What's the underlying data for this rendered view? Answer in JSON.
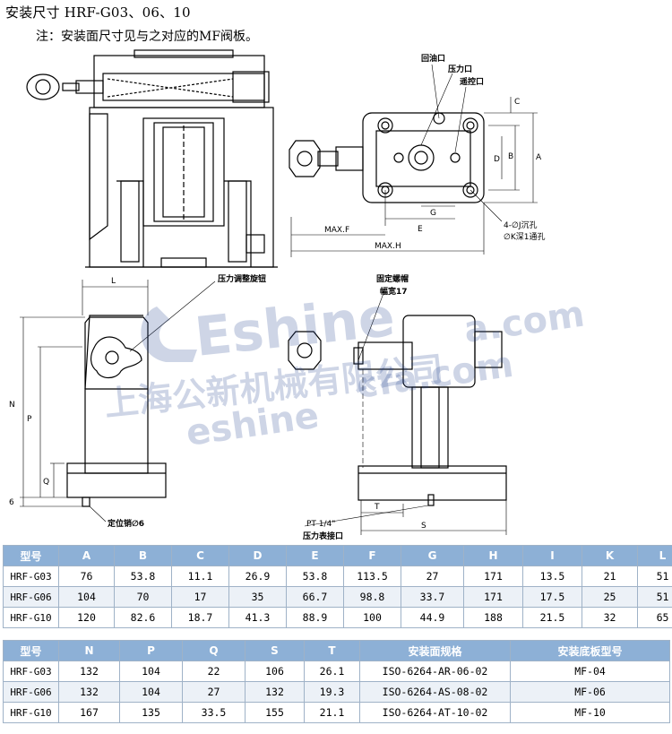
{
  "header": {
    "title": "安装尺寸 HRF-G03、06、10",
    "note": "注：安装面尺寸见与之对应的MF阀板。"
  },
  "drawing": {
    "callouts": {
      "return_port": "回油口",
      "pressure_port": "压力口",
      "remote_port": "遥控口",
      "adjust_knob": "压力调整旋钮",
      "lock_nut": "固定螺帽",
      "wrench_width": "幅宽17",
      "locating_pin": "定位销∅6",
      "pt": "PT 1/4\"",
      "gauge_port": "压力表接口",
      "counterbore": "4-∅J沉孔",
      "through_hole": "∅K深1通孔"
    },
    "dims": {
      "A": "A",
      "B": "B",
      "C": "C",
      "D": "D",
      "E": "E",
      "G": "G",
      "MAXF": "MAX.F",
      "MAXH": "MAX.H",
      "L": "L",
      "N": "N",
      "P": "P",
      "Q": "Q",
      "six": "6",
      "S": "S",
      "T": "T"
    },
    "watermark": {
      "brand": "Eshine",
      "company": "上海公新机械有限公司",
      "url1": "eshine",
      "url2": "a.com",
      "url_mid": "cfa.com"
    }
  },
  "table1": {
    "headers": [
      "型号",
      "A",
      "B",
      "C",
      "D",
      "E",
      "F",
      "G",
      "H",
      "I",
      "K",
      "L"
    ],
    "rows": [
      [
        "HRF-G03",
        "76",
        "53.8",
        "11.1",
        "26.9",
        "53.8",
        "113.5",
        "27",
        "171",
        "13.5",
        "21",
        "51"
      ],
      [
        "HRF-G06",
        "104",
        "70",
        "17",
        "35",
        "66.7",
        "98.8",
        "33.7",
        "171",
        "17.5",
        "25",
        "51"
      ],
      [
        "HRF-G10",
        "120",
        "82.6",
        "18.7",
        "41.3",
        "88.9",
        "100",
        "44.9",
        "188",
        "21.5",
        "32",
        "65"
      ]
    ]
  },
  "table2": {
    "headers": [
      "型号",
      "N",
      "P",
      "Q",
      "S",
      "T",
      "安装面规格",
      "安装底板型号"
    ],
    "rows": [
      [
        "HRF-G03",
        "132",
        "104",
        "22",
        "106",
        "26.1",
        "ISO-6264-AR-06-02",
        "MF-04"
      ],
      [
        "HRF-G06",
        "132",
        "104",
        "27",
        "132",
        "19.3",
        "ISO-6264-AS-08-02",
        "MF-06"
      ],
      [
        "HRF-G10",
        "167",
        "135",
        "33.5",
        "155",
        "21.1",
        "ISO-6264-AT-10-02",
        "MF-10"
      ]
    ]
  }
}
